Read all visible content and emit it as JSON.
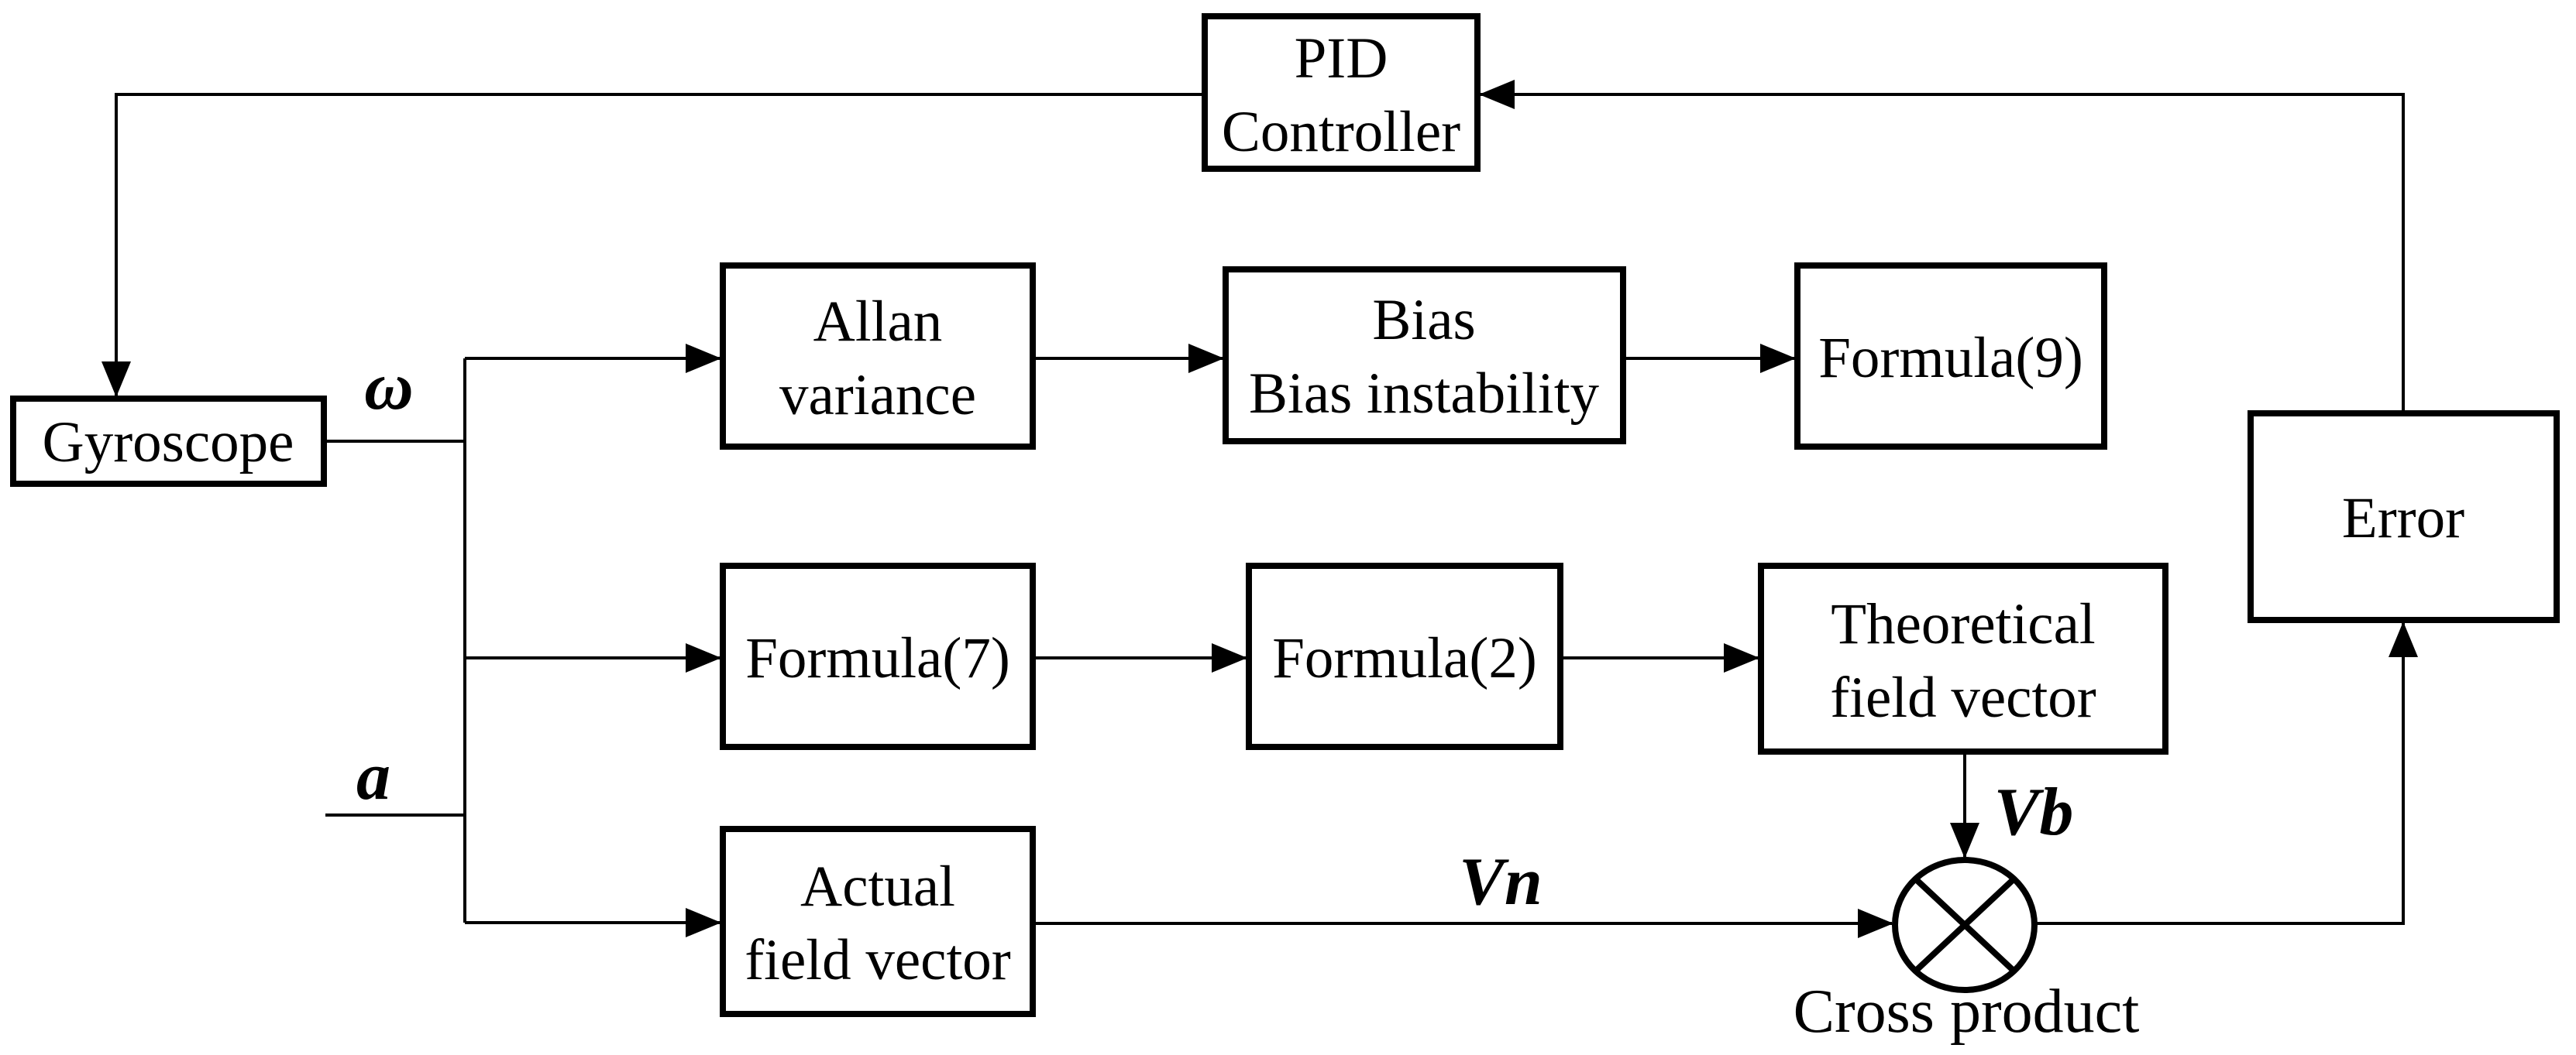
{
  "diagram": {
    "nodes": {
      "pid": {
        "line1": "PID",
        "line2": "Controller"
      },
      "gyroscope": {
        "label": "Gyroscope"
      },
      "allan": {
        "line1": "Allan",
        "line2": "variance"
      },
      "bias": {
        "line1": "Bias",
        "line2": "Bias instability"
      },
      "formula9": {
        "label": "Formula(9)"
      },
      "error": {
        "label": "Error"
      },
      "formula7": {
        "label": "Formula(7)"
      },
      "formula2": {
        "label": "Formula(2)"
      },
      "theoretical": {
        "line1": "Theoretical",
        "line2": "field vector"
      },
      "actual": {
        "line1": "Actual",
        "line2": "field vector"
      }
    },
    "signals": {
      "omega": "ω",
      "a": "a",
      "vn": "Vn",
      "vb": "Vb"
    },
    "operator": {
      "label": "Cross product"
    },
    "colors": {
      "stroke": "#000000",
      "background": "#ffffff"
    }
  }
}
